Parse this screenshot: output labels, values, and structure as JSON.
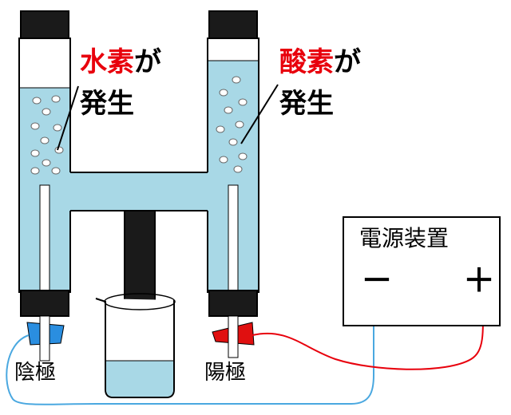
{
  "labels": {
    "hydrogen_gas": "水素",
    "hydrogen_particle": "が",
    "hydrogen_evolved": "発生",
    "oxygen_gas": "酸素",
    "oxygen_particle": "が",
    "oxygen_evolved": "発生",
    "power_supply": "電源装置",
    "minus_terminal": "－",
    "plus_terminal": "＋",
    "cathode": "陰極",
    "anode": "陽極"
  },
  "colors": {
    "water": "#a8d8e6",
    "stopper": "#1a1a1a",
    "cathode_wire": "#4aa8e0",
    "anode_wire": "#e8000c",
    "cathode_clip": "#2a8ee0",
    "anode_clip": "#e01010",
    "gas_label": "#e8000c"
  }
}
